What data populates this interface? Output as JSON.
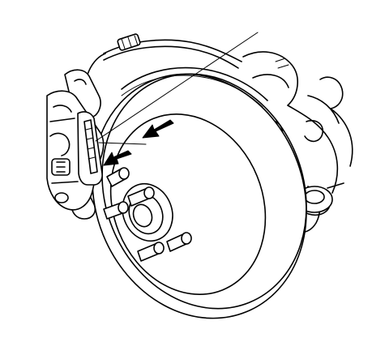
{
  "figure": {
    "subject": "brake-rotor-caliper-assembly",
    "stroke_color": "#000000",
    "background_color": "#ffffff"
  },
  "callouts": {
    "arrow_count": 2,
    "leader_line_count": 1
  },
  "hub": {
    "wheel_stud_count": 5
  }
}
